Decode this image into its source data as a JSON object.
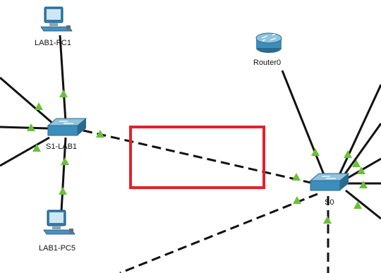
{
  "workspace": {
    "background": "#ffffff",
    "link_color": "#111111",
    "link_up_indicator_color": "#6cbf3a",
    "highlight_box_color": "#e32228"
  },
  "devices": {
    "pc1": {
      "label": "LAB1-PC1",
      "icon": "pc-icon"
    },
    "pc5": {
      "label": "LAB1-PC5",
      "icon": "pc-icon"
    },
    "switch_lab1": {
      "label": "S1-LAB1",
      "icon": "switch-icon"
    },
    "router0": {
      "label": "Router0",
      "icon": "router-icon"
    },
    "switch_s0": {
      "label": "S0",
      "icon": "switch-icon"
    }
  }
}
